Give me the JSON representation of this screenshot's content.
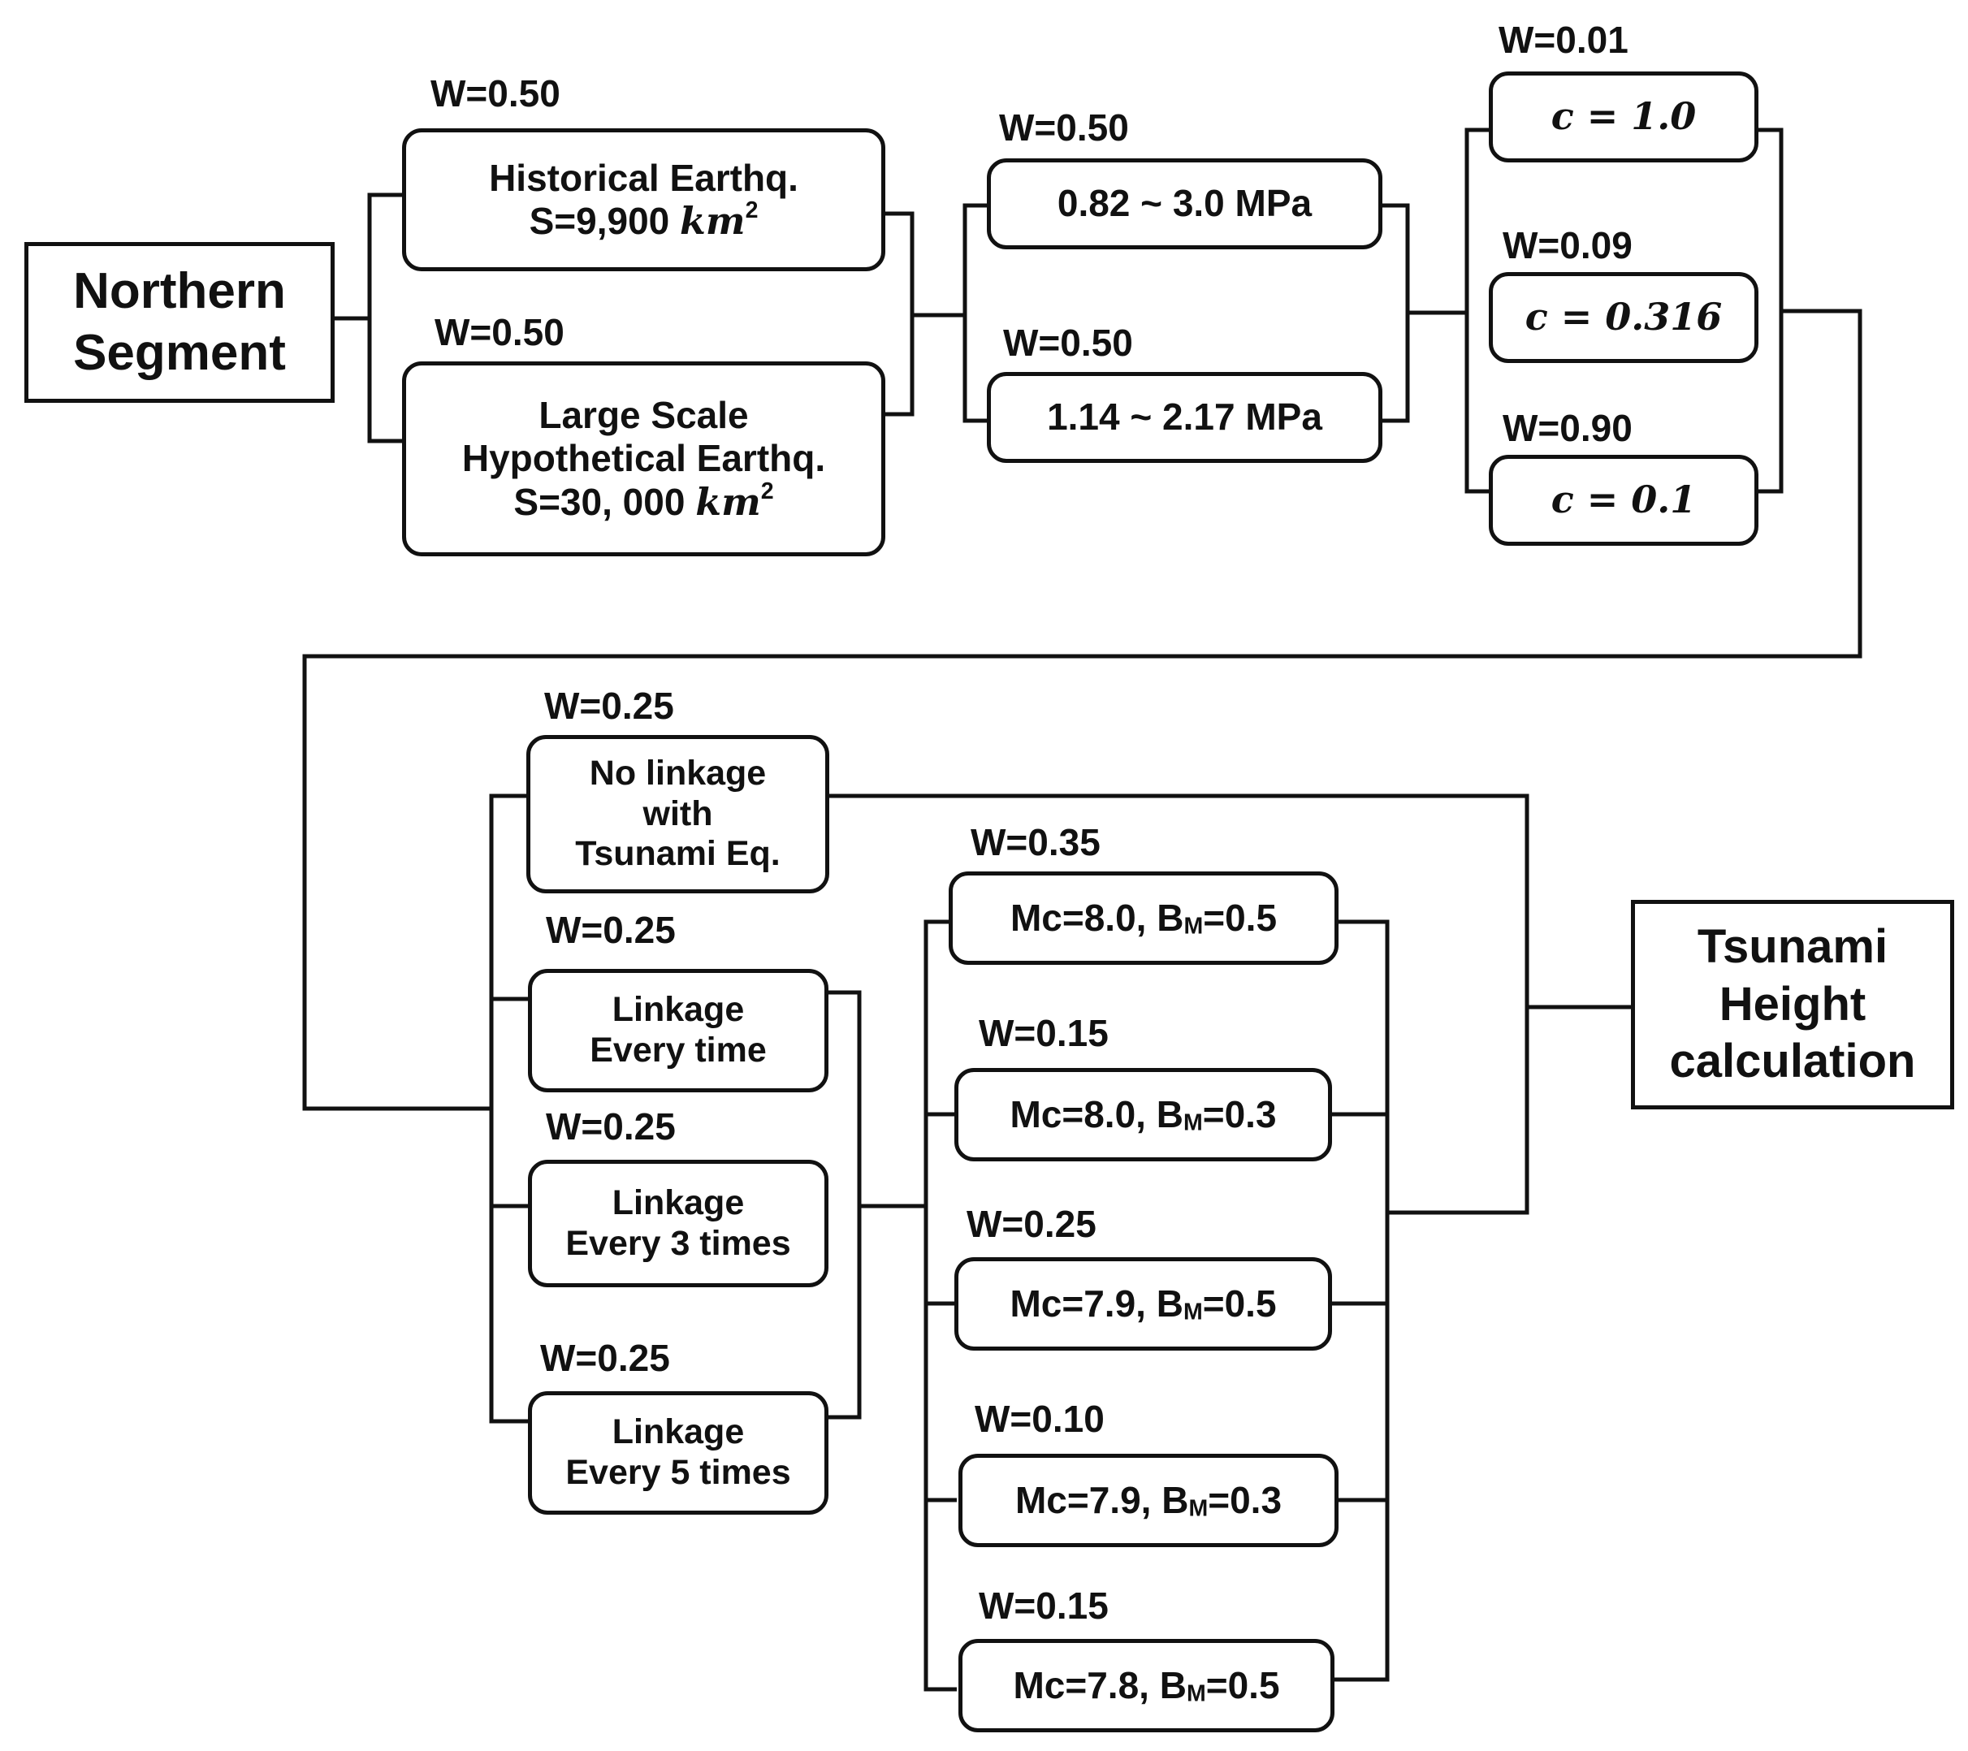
{
  "start": {
    "line1": "Northern",
    "line2": "Segment"
  },
  "end": {
    "line1": "Tsunami",
    "line2": "Height",
    "line3": "calculation"
  },
  "rupture_area": [
    {
      "weight": "W=0.50",
      "line1": "Historical Earthq.",
      "line2_prefix": "S=9,900 ",
      "unit": "km",
      "exp": "2"
    },
    {
      "weight": "W=0.50",
      "line1": "Large Scale",
      "line2": "Hypothetical Earthq.",
      "line3_prefix": "S=30, 000 ",
      "unit": "km",
      "exp": "2"
    }
  ],
  "stress_drop": [
    {
      "weight": "W=0.50",
      "label": "0.82 ~ 3.0 MPa"
    },
    {
      "weight": "W=0.50",
      "label": "1.14 ~ 2.17 MPa"
    }
  ],
  "c_values": [
    {
      "weight": "W=0.01",
      "label": "c = 1.0"
    },
    {
      "weight": "W=0.09",
      "label": "c = 0.316"
    },
    {
      "weight": "W=0.90",
      "label": "c = 0.1"
    }
  ],
  "linkage": [
    {
      "weight": "W=0.25",
      "line1": "No linkage",
      "line2": "with",
      "line3": "Tsunami Eq."
    },
    {
      "weight": "W=0.25",
      "line1": "Linkage",
      "line2": "Every time"
    },
    {
      "weight": "W=0.25",
      "line1": "Linkage",
      "line2": "Every 3 times"
    },
    {
      "weight": "W=0.25",
      "line1": "Linkage",
      "line2": "Every 5 times"
    }
  ],
  "magnitude": [
    {
      "weight": "W=0.35",
      "mc": "Mc=8.0, B",
      "sub": "M",
      "bm": "=0.5"
    },
    {
      "weight": "W=0.15",
      "mc": "Mc=8.0, B",
      "sub": "M",
      "bm": "=0.3"
    },
    {
      "weight": "W=0.25",
      "mc": "Mc=7.9, B",
      "sub": "M",
      "bm": "=0.5"
    },
    {
      "weight": "W=0.10",
      "mc": "Mc=7.9, B",
      "sub": "M",
      "bm": "=0.3"
    },
    {
      "weight": "W=0.15",
      "mc": "Mc=7.8, B",
      "sub": "M",
      "bm": "=0.5"
    }
  ]
}
